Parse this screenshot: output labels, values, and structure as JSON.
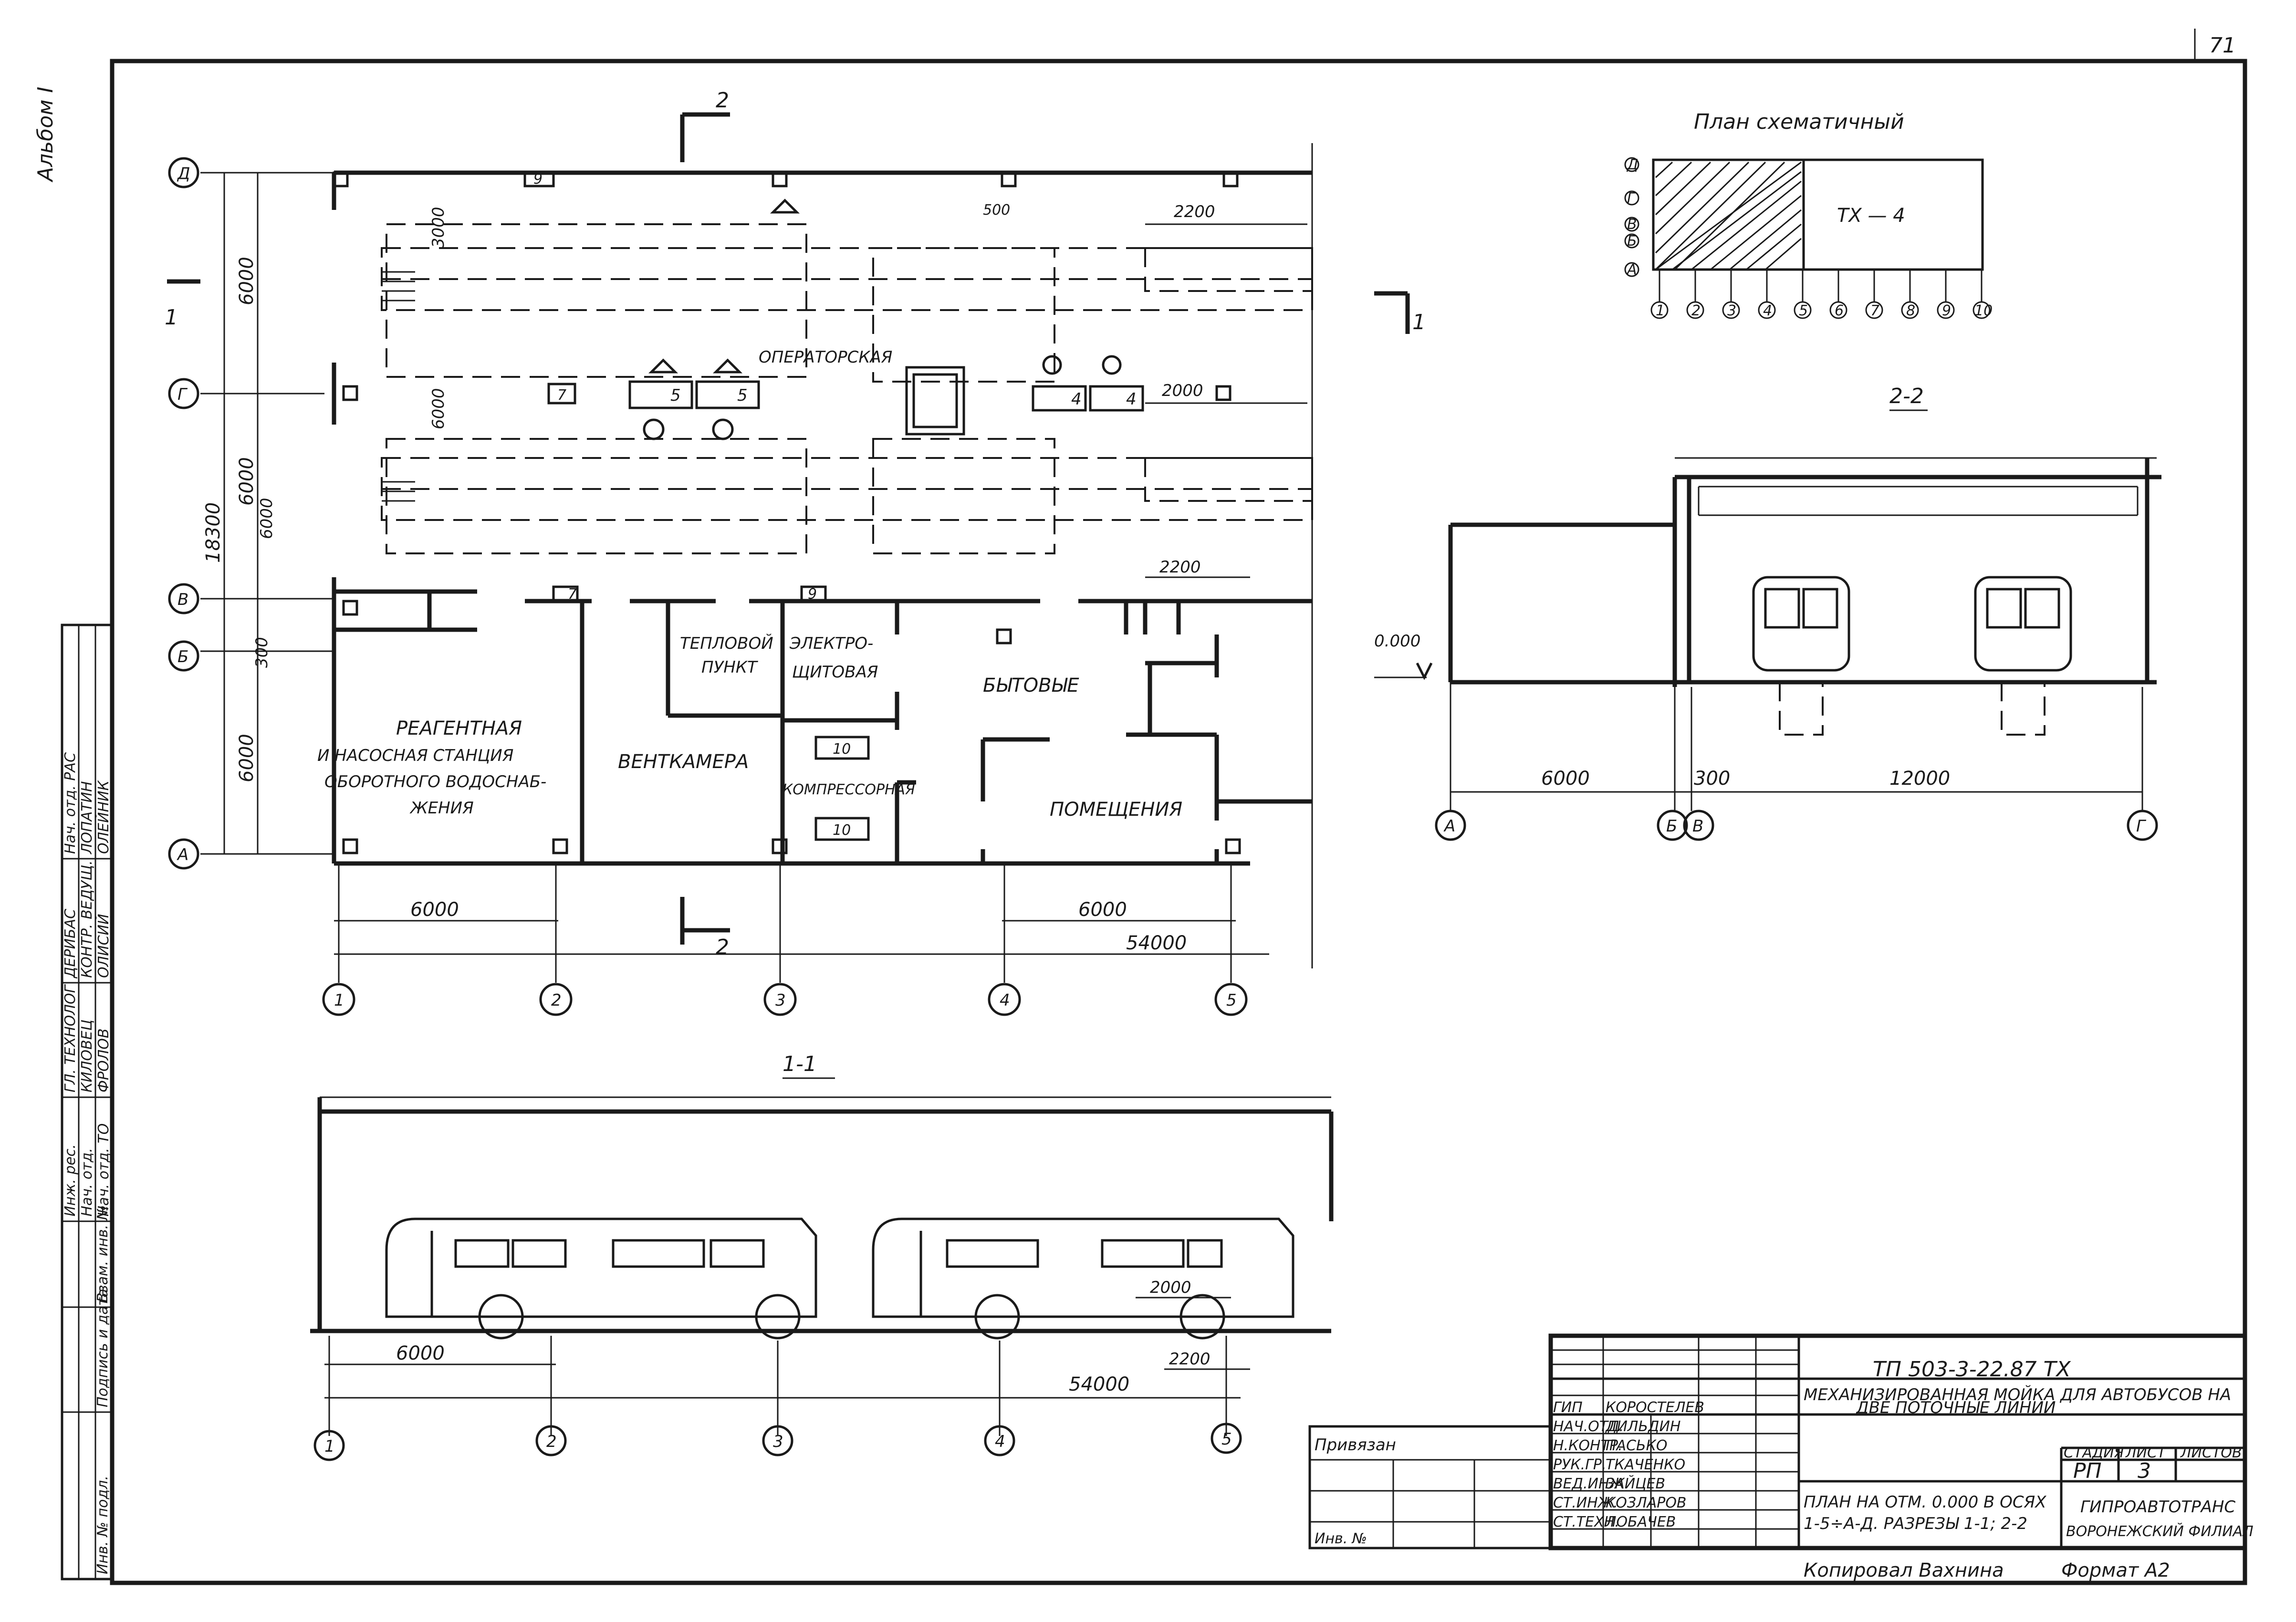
{
  "sheet_number": "71",
  "album_label": "Альбом I",
  "plan": {
    "axes_rows": [
      "Д",
      "Г",
      "В",
      "Б",
      "А"
    ],
    "axes_cols": [
      "1",
      "2",
      "3",
      "4",
      "5"
    ],
    "dim_vertical": [
      "6000",
      "6000",
      "6000",
      "18300",
      "300",
      "6000"
    ],
    "dim_bottom": [
      "6000",
      "6000",
      "54000"
    ],
    "dim_misc": [
      "3000",
      "6000",
      "500",
      "2200",
      "2000",
      "2200"
    ],
    "section_marks": [
      "2",
      "2",
      "1",
      "1"
    ],
    "rooms": {
      "operator": "ОПЕРАТОРСКАЯ",
      "reagent": [
        "РЕАГЕНТНАЯ",
        "И НАСОСНАЯ СТАНЦИЯ",
        "ОБОРОТНОГО ВОДОСНАБ-",
        "ЖЕНИЯ"
      ],
      "vent": "ВЕНТКАМЕРА",
      "heat": [
        "ТЕПЛОВОЙ",
        "ПУНКТ"
      ],
      "elec": [
        "ЭЛЕКТРО-",
        "ЩИТОВАЯ"
      ],
      "compr": "КОМПРЕССОРНАЯ",
      "domestic": [
        "БЫТОВЫЕ",
        "ПОМЕЩЕНИЯ"
      ]
    },
    "equipment": [
      "7",
      "5",
      "5",
      "4",
      "4",
      "9",
      "7",
      "9",
      "10",
      "10"
    ]
  },
  "schematic": {
    "title": "План схематичный",
    "label": "ТХ — 4",
    "rows": [
      "Д",
      "Г",
      "В",
      "Б",
      "А"
    ],
    "cols": [
      "1",
      "2",
      "3",
      "4",
      "5",
      "6",
      "7",
      "8",
      "9",
      "10"
    ]
  },
  "section22": {
    "title": "2-2",
    "level": "0.000",
    "dims": [
      "6000",
      "300",
      "12000"
    ],
    "axes": [
      "А",
      "Б",
      "В",
      "Г"
    ]
  },
  "section11": {
    "title": "1-1",
    "dims": [
      "6000",
      "2000",
      "2200",
      "54000"
    ],
    "axes": [
      "1",
      "2",
      "3",
      "4",
      "5"
    ]
  },
  "left_strip": {
    "headers": [
      "Инв. № подл.",
      "Подпись и дата",
      "Взам. инв. №"
    ],
    "rows": [
      "Инж. рес.",
      "Нач. отд.",
      "Нач. отд. ТО",
      "ГЛ. ТЕХНОЛОГ",
      "КОНТР. ВЕДУЩ.",
      "Нач. отд. РАС"
    ],
    "values": [
      "ФРОЛОВ",
      "КИЛОВЕЦ",
      "ОЛИСИЙ",
      "ДЕРИБАС",
      "ЛОПАТИН",
      "ОЛЕЙНИК"
    ]
  },
  "title_block": {
    "code": "ТП   503-3-22.87     ТХ",
    "name": [
      "МЕХАНИЗИРОВАННАЯ МОЙКА ДЛЯ АВТОБУСОВ НА",
      "ДВЕ ПОТОЧНЫЕ ЛИНИИ"
    ],
    "roles": [
      "ГИП",
      "НАЧ.ОТД.",
      "Н.КОНТР.",
      "РУК.ГР.",
      "ВЕД.ИНЖ.",
      "СТ.ИНЖ.",
      "СТ.ТЕХН."
    ],
    "names": [
      "КОРОСТЕЛЕВ",
      "ДИЛЬДИН",
      "ПАСЬКО",
      "ТКАЧЕНКО",
      "ЗАЙЦЕВ",
      "КОЗЛАРОВ",
      "ЛОБАЧЕВ"
    ],
    "stage_header": "СТАДИЯ",
    "sheet_header": "ЛИСТ",
    "sheets_header": "ЛИСТОВ",
    "stage": "РП",
    "sheet": "3",
    "description": [
      "ПЛАН НА ОТМ. 0.000 В ОСЯХ",
      "1-5÷А-Д. РАЗРЕЗЫ 1-1; 2-2"
    ],
    "org": [
      "ГИПРОАВТОТРАНС",
      "ВОРОНЕЖСКИЙ ФИЛИАЛ"
    ],
    "privyazan": "Привязан",
    "inv_no": "Инв. №"
  },
  "footer": {
    "copied": "Копировал Вахнина",
    "format": "Формат А2"
  }
}
